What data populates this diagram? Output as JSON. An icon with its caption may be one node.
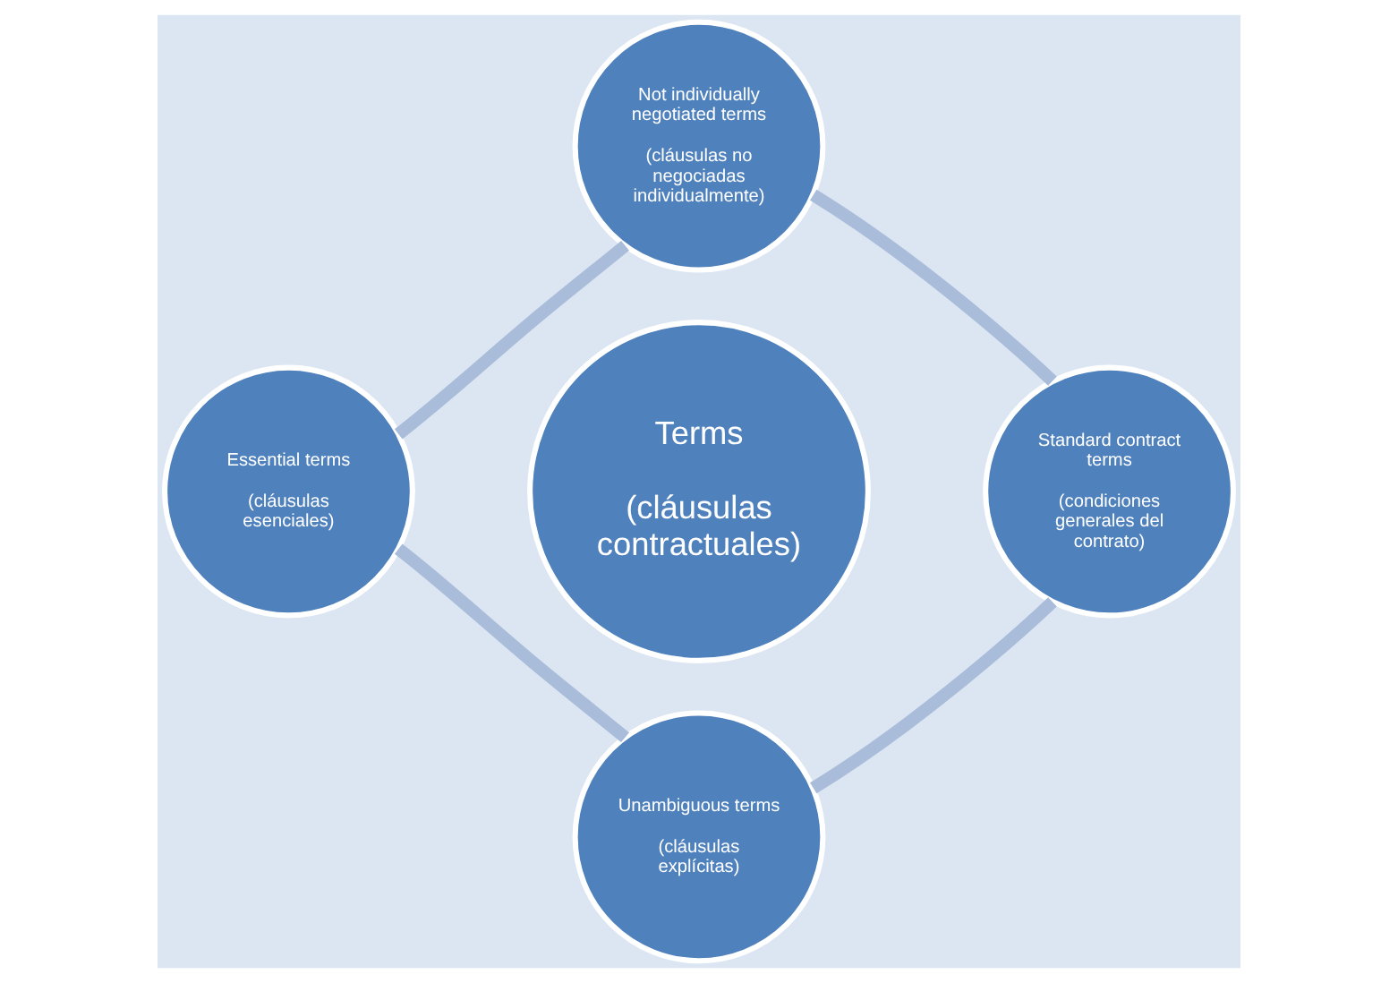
{
  "diagram": {
    "nodes": [
      {
        "text": [
          "Not individually negotiated terms",
          "(cláusulas no negociadas individualmente)"
        ]
      },
      {
        "text": [
          "Essential terms",
          "(cláusulas esenciales)"
        ]
      },
      {
        "text": [
          "Terms",
          "(cláusulas contractuales)"
        ]
      },
      {
        "text": [
          "Standard contract terms",
          "(condiciones generales del contrato)"
        ]
      },
      {
        "text": [
          "Unambiguous terms",
          "(cláusulas explícitas)"
        ]
      }
    ],
    "edges": [
      {
        "from": 0,
        "to": 3,
        "arrow": "none"
      },
      {
        "from": 3,
        "to": 4,
        "arrow": "none"
      },
      {
        "from": 4,
        "to": 1,
        "arrow": "none"
      },
      {
        "from": 1,
        "to": 0,
        "arrow": "none"
      }
    ]
  }
}
